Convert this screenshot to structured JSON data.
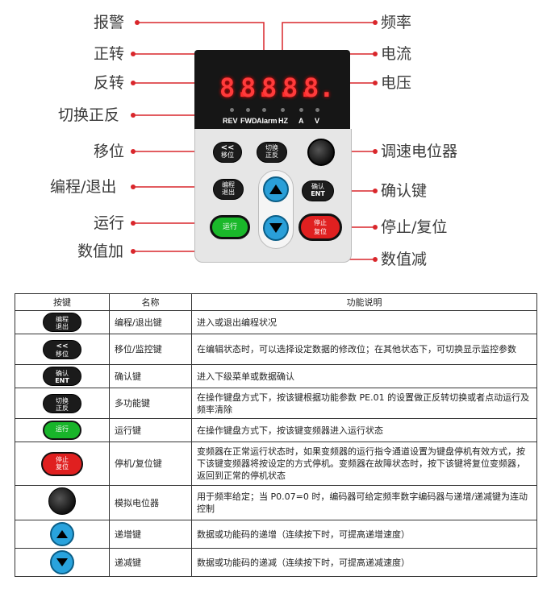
{
  "labels": {
    "alarm": "报警",
    "frequency": "频率",
    "forward": "正转",
    "current": "电流",
    "reverse": "反转",
    "voltage": "电压",
    "switch_fr": "切换正反",
    "shift": "移位",
    "pot": "调速电位器",
    "prog_exit": "编程/退出",
    "confirm": "确认键",
    "run": "运行",
    "stop_reset": "停止/复位",
    "inc": "数值加",
    "dec": "数值减"
  },
  "display": {
    "digits": [
      "8.",
      "8.",
      "8.",
      "8.",
      "8."
    ],
    "indicators": [
      "REV",
      "FWD",
      "Alarm",
      "HZ",
      "A",
      "V"
    ]
  },
  "keys": {
    "shift_top": "<<",
    "shift_bottom": "移位",
    "switch_top": "切换",
    "switch_bottom": "正反",
    "prog_top": "编程",
    "prog_bottom": "退出",
    "confirm_top": "确认",
    "confirm_bottom": "ENT",
    "run": "运行",
    "stop_top": "停止",
    "stop_bottom": "复位"
  },
  "table": {
    "headers": [
      "按键",
      "名称",
      "功能说明"
    ],
    "rows": [
      {
        "icon": "prog-exit-key",
        "icon_top": "编程",
        "icon_bottom": "退出",
        "name": "编程/退出键",
        "desc": "进入或退出编程状况"
      },
      {
        "icon": "shift-key",
        "icon_top": "<<",
        "icon_bottom": "移位",
        "name": "移位/监控键",
        "desc": "在编辑状态时，可以选择设定数据的修改位；在其他状态下，可切换显示监控参数"
      },
      {
        "icon": "confirm-key",
        "icon_top": "确认",
        "icon_bottom": "ENT",
        "name": "确认键",
        "desc": "进入下级菜单或数据确认"
      },
      {
        "icon": "multi-key",
        "icon_top": "切换",
        "icon_bottom": "正反",
        "name": "多功能键",
        "desc": "在操作键盘方式下，按该键根据功能参数 PE.01 的设置做正反转切换或者点动运行及频率清除"
      },
      {
        "icon": "run-key",
        "icon_top": "运行",
        "icon_bottom": "",
        "name": "运行键",
        "desc": "在操作键盘方式下，按该键变频器进入运行状态"
      },
      {
        "icon": "stop-key",
        "icon_top": "停止",
        "icon_bottom": "复位",
        "name": "停机/复位键",
        "desc": "变频器在正常运行状态时，如果变频器的运行指令通道设置为键盘停机有效方式，按下该键变频器将按设定的方式停机。变频器在故障状态时，按下该键将复位变频器，返回到正常的停机状态"
      },
      {
        "icon": "knob",
        "icon_top": "",
        "icon_bottom": "",
        "name": "模拟电位器",
        "desc": "用于频率给定；当 P0.07=0 时，编码器可给定频率数字编码器与递增/递减键为连动控制"
      },
      {
        "icon": "up-arrow",
        "icon_top": "",
        "icon_bottom": "",
        "name": "递增键",
        "desc": "数据或功能码的递增（连续按下时，可提高递增速度）"
      },
      {
        "icon": "down-arrow",
        "icon_top": "",
        "icon_bottom": "",
        "name": "递减键",
        "desc": "数据或功能码的递减（连续按下时，可提高递减速度）"
      }
    ]
  },
  "colors": {
    "callout_red": "#d9262b",
    "run_green": "#1ab82a",
    "stop_red": "#e02020",
    "arrow_blue": "#2a9fd8",
    "led_red": "#ff3b3b"
  }
}
